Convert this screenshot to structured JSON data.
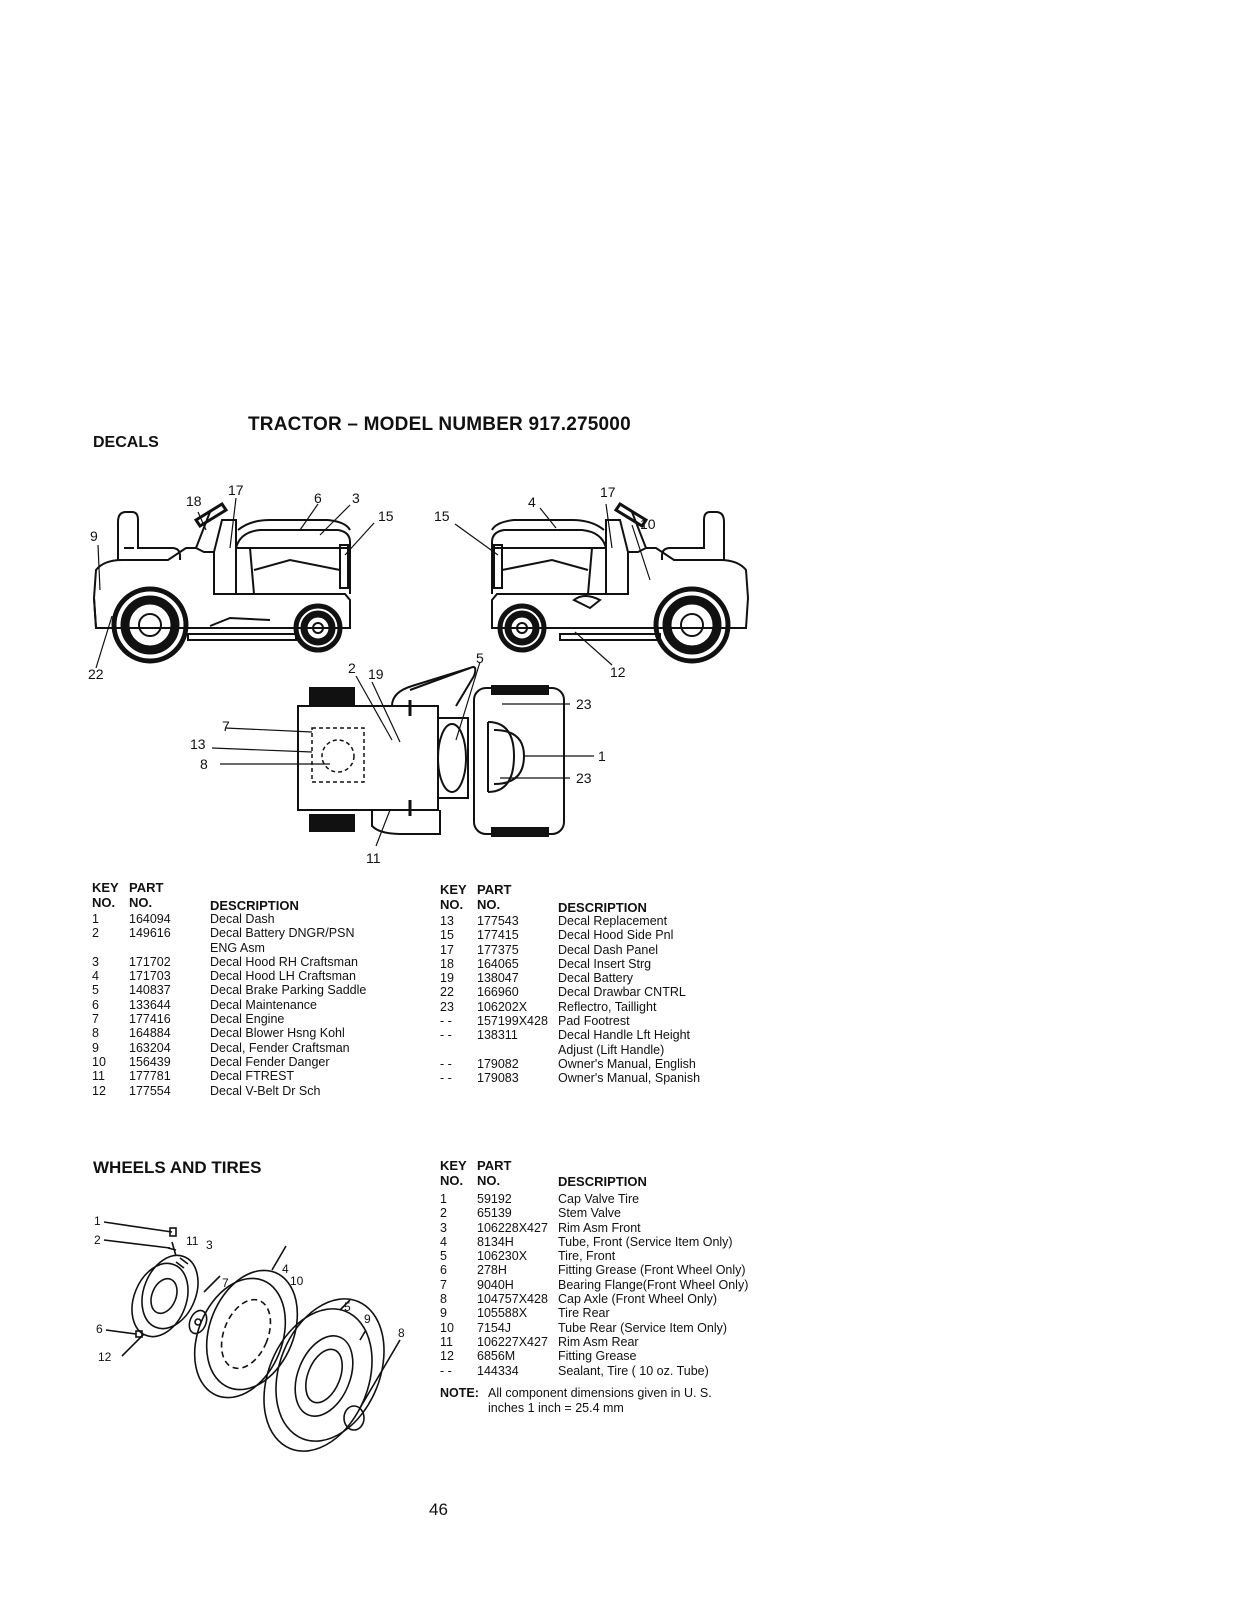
{
  "page": {
    "title": "TRACTOR – MODEL NUMBER 917.275000",
    "page_number": "46"
  },
  "decals": {
    "section_title": "DECALS",
    "callouts": {
      "side_left": [
        "18",
        "17",
        "6",
        "3",
        "15",
        "9",
        "22"
      ],
      "side_right": [
        "15",
        "4",
        "17",
        "10",
        "12"
      ],
      "top": [
        "2",
        "19",
        "5",
        "7",
        "13",
        "8",
        "23",
        "1",
        "23",
        "11"
      ]
    },
    "headers": {
      "key": "KEY",
      "part": "PART",
      "no1": "NO.",
      "no2": "NO.",
      "description": "DESCRIPTION"
    },
    "table_left": [
      {
        "key": "1",
        "part": "164094",
        "desc": "Decal Dash"
      },
      {
        "key": "2",
        "part": "149616",
        "desc": "Decal Battery DNGR/PSN"
      },
      {
        "key": "",
        "part": "",
        "desc": "ENG Asm"
      },
      {
        "key": "3",
        "part": "171702",
        "desc": "Decal Hood RH Craftsman"
      },
      {
        "key": "4",
        "part": "171703",
        "desc": "Decal Hood LH Craftsman"
      },
      {
        "key": "5",
        "part": "140837",
        "desc": "Decal Brake Parking Saddle"
      },
      {
        "key": "6",
        "part": "133644",
        "desc": "Decal Maintenance"
      },
      {
        "key": "7",
        "part": "177416",
        "desc": "Decal Engine"
      },
      {
        "key": "8",
        "part": "164884",
        "desc": "Decal Blower Hsng Kohl"
      },
      {
        "key": "9",
        "part": "163204",
        "desc": "Decal, Fender Craftsman"
      },
      {
        "key": "10",
        "part": "156439",
        "desc": "Decal Fender Danger"
      },
      {
        "key": "11",
        "part": "177781",
        "desc": "Decal FTREST"
      },
      {
        "key": "12",
        "part": "177554",
        "desc": "Decal V-Belt Dr Sch"
      }
    ],
    "table_right": [
      {
        "key": "13",
        "part": "177543",
        "desc": "Decal Replacement"
      },
      {
        "key": "15",
        "part": "177415",
        "desc": "Decal Hood Side Pnl"
      },
      {
        "key": "17",
        "part": "177375",
        "desc": "Decal Dash Panel"
      },
      {
        "key": "18",
        "part": "164065",
        "desc": "Decal Insert Strg"
      },
      {
        "key": "19",
        "part": "138047",
        "desc": "Decal Battery"
      },
      {
        "key": "22",
        "part": "166960",
        "desc": "Decal Drawbar CNTRL"
      },
      {
        "key": "23",
        "part": "106202X",
        "desc": "Reflectro, Taillight"
      },
      {
        "key": "- -",
        "part": "157199X428",
        "desc": "Pad Footrest"
      },
      {
        "key": "- -",
        "part": "138311",
        "desc": "Decal Handle Lft Height"
      },
      {
        "key": "",
        "part": "",
        "desc": "Adjust (Lift Handle)"
      },
      {
        "key": "- -",
        "part": "179082",
        "desc": "Owner's Manual, English"
      },
      {
        "key": "- -",
        "part": "179083",
        "desc": "Owner's Manual, Spanish"
      }
    ]
  },
  "wheels": {
    "section_title": "WHEELS AND TIRES",
    "callouts": [
      "1",
      "2",
      "11",
      "3",
      "4",
      "10",
      "7",
      "6",
      "12",
      "5",
      "9",
      "8"
    ],
    "headers": {
      "key": "KEY",
      "part": "PART",
      "no1": "NO.",
      "no2": "NO.",
      "description": "DESCRIPTION"
    },
    "table": [
      {
        "key": "1",
        "part": "59192",
        "desc": "Cap Valve Tire"
      },
      {
        "key": "2",
        "part": "65139",
        "desc": "Stem Valve"
      },
      {
        "key": "3",
        "part": "106228X427",
        "desc": "Rim Asm Front"
      },
      {
        "key": "4",
        "part": "8134H",
        "desc": "Tube, Front (Service Item Only)"
      },
      {
        "key": "5",
        "part": "106230X",
        "desc": "Tire, Front"
      },
      {
        "key": "6",
        "part": "278H",
        "desc": "Fitting Grease (Front Wheel Only)"
      },
      {
        "key": "7",
        "part": "9040H",
        "desc": "Bearing Flange(Front Wheel Only)"
      },
      {
        "key": "8",
        "part": "104757X428",
        "desc": "Cap Axle (Front Wheel Only)"
      },
      {
        "key": "9",
        "part": "105588X",
        "desc": "Tire Rear"
      },
      {
        "key": "10",
        "part": "7154J",
        "desc": "Tube Rear (Service Item Only)"
      },
      {
        "key": "11",
        "part": "106227X427",
        "desc": "Rim Asm Rear"
      },
      {
        "key": "12",
        "part": "6856M",
        "desc": "Fitting Grease"
      },
      {
        "key": "- -",
        "part": "144334",
        "desc": "Sealant, Tire ( 10 oz. Tube)"
      }
    ],
    "note_label": "NOTE:",
    "note_line1": "All component dimensions given in U. S.",
    "note_line2": "inches 1 inch = 25.4 mm"
  }
}
